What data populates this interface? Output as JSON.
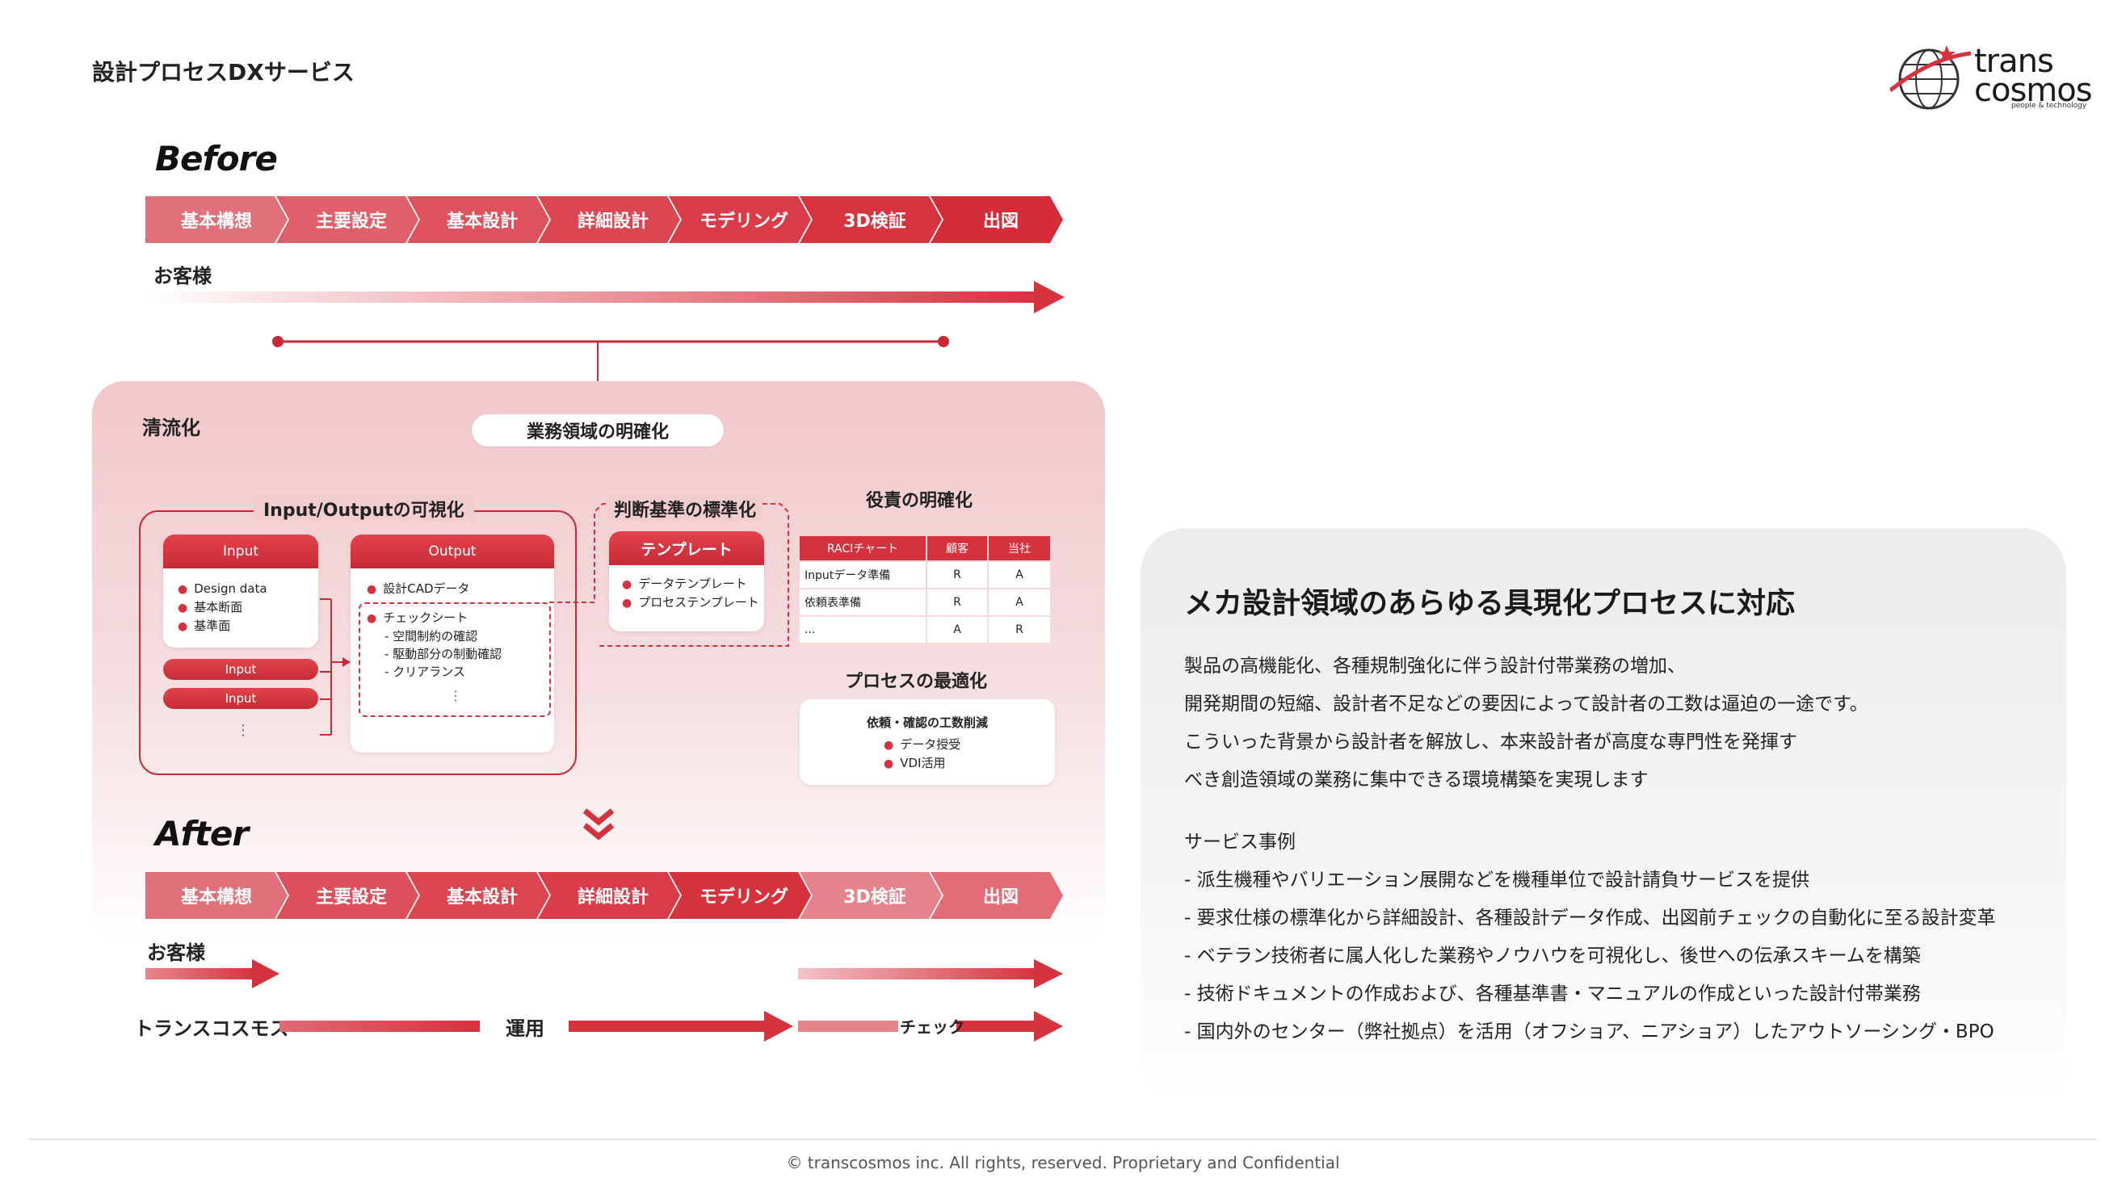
{
  "page": {
    "title": "設計プロセスDXサービス"
  },
  "logo": {
    "line1": "trans",
    "line2": "cosmos",
    "tagline": "people & technology"
  },
  "colors": {
    "accent": "#d6323d",
    "accent_dark": "#c82a36",
    "pale": "#f1c7cb"
  },
  "before": {
    "label": "Before",
    "steps": [
      "基本構想",
      "主要設定",
      "基本設計",
      "詳細設計",
      "モデリング",
      "3D検証",
      "出図"
    ],
    "customer": "お客様"
  },
  "seiryu": {
    "label": "清流化",
    "pill": "業務領域の明確化",
    "io": {
      "title": "Input/Outputの可視化",
      "input_head": "Input",
      "input_items": [
        "Design data",
        "基本断面",
        "基準面"
      ],
      "input_extra": [
        "Input",
        "Input"
      ],
      "ellipsis": "⋮",
      "output_head": "Output",
      "output_items": [
        "設計CADデータ",
        "チェックシート"
      ],
      "output_sub": [
        "- 空間制約の確認",
        "- 駆動部分の制動確認",
        "- クリアランス"
      ],
      "output_ellipsis": "⋮"
    },
    "standard": {
      "title": "判断基準の標準化",
      "head": "テンプレート",
      "items": [
        "データテンプレート",
        "プロセステンプレート"
      ]
    },
    "roles": {
      "title": "役責の明確化",
      "headers": [
        "RACIチャート",
        "顧客",
        "当社"
      ],
      "rows": [
        [
          "Inputデータ準備",
          "R",
          "A"
        ],
        [
          "依頼表準備",
          "R",
          "A"
        ],
        [
          "...",
          "A",
          "R"
        ]
      ]
    },
    "optimize": {
      "title": "プロセスの最適化",
      "head": "依頼・確認の工数削減",
      "items": [
        "データ授受",
        "VDI活用"
      ]
    }
  },
  "after": {
    "label": "After",
    "steps": [
      "基本構想",
      "主要設定",
      "基本設計",
      "詳細設計",
      "モデリング",
      "3D検証",
      "出図"
    ],
    "customer": "お客様",
    "tc": "トランスコスモス",
    "unyo": "運用",
    "check": "チェック"
  },
  "right": {
    "title": "メカ設計領域のあらゆる具現化プロセスに対応",
    "paragraph": [
      "製品の高機能化、各種規制強化に伴う設計付帯業務の増加、",
      "開発期間の短縮、設計者不足などの要因によって設計者の工数は逼迫の一途です。",
      "こういった背景から設計者を解放し、本来設計者が高度な専門性を発揮す",
      "べき創造領域の業務に集中できる環境構築を実現します"
    ],
    "cases_title": "サービス事例",
    "cases": [
      "- 派生機種やバリエーション展開などを機種単位で設計請負サービスを提供",
      "- 要求仕様の標準化から詳細設計、各種設計データ作成、出図前チェックの自動化に至る設計変革",
      "- ベテラン技術者に属人化した業務やノウハウを可視化し、後世への伝承スキームを構築",
      "- 技術ドキュメントの作成および、各種基準書・マニュアルの作成といった設計付帯業務",
      "- 国内外のセンター（弊社拠点）を活用（オフショア、ニアショア）したアウトソーシング・BPO"
    ]
  },
  "footer": {
    "text": "© transcosmos inc. All rights, reserved. Proprietary and Confidential"
  }
}
